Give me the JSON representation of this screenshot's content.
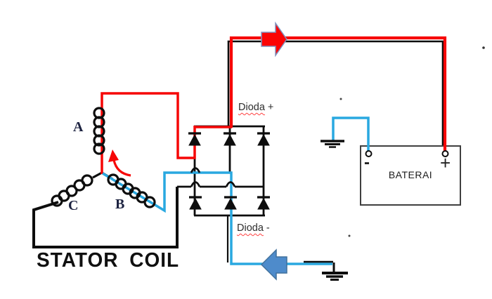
{
  "colors": {
    "wire-black": "#0d0d0d",
    "wire-red": "#f60606",
    "wire-blue": "#29a8e0",
    "arrow-red-fill": "#fb0404",
    "arrow-red-stroke": "#8091bd",
    "arrow-blue-fill": "#4e8bcb",
    "arrow-blue-stroke": "#41719c",
    "battery-border": "#3f3f3f",
    "squiggle-red": "#ff4040"
  },
  "diagram": {
    "stator": {
      "label": "STATOR COIL",
      "coil_a": "A",
      "coil_b": "B",
      "coil_c": "C"
    },
    "rectifier": {
      "positive_label": {
        "word": "Dioda",
        "sign": "+"
      },
      "negative_label": {
        "word": "Dioda",
        "sign": "-"
      }
    },
    "battery": {
      "name": "BATERAI",
      "negative_terminal": "-",
      "positive_terminal": "+"
    }
  }
}
